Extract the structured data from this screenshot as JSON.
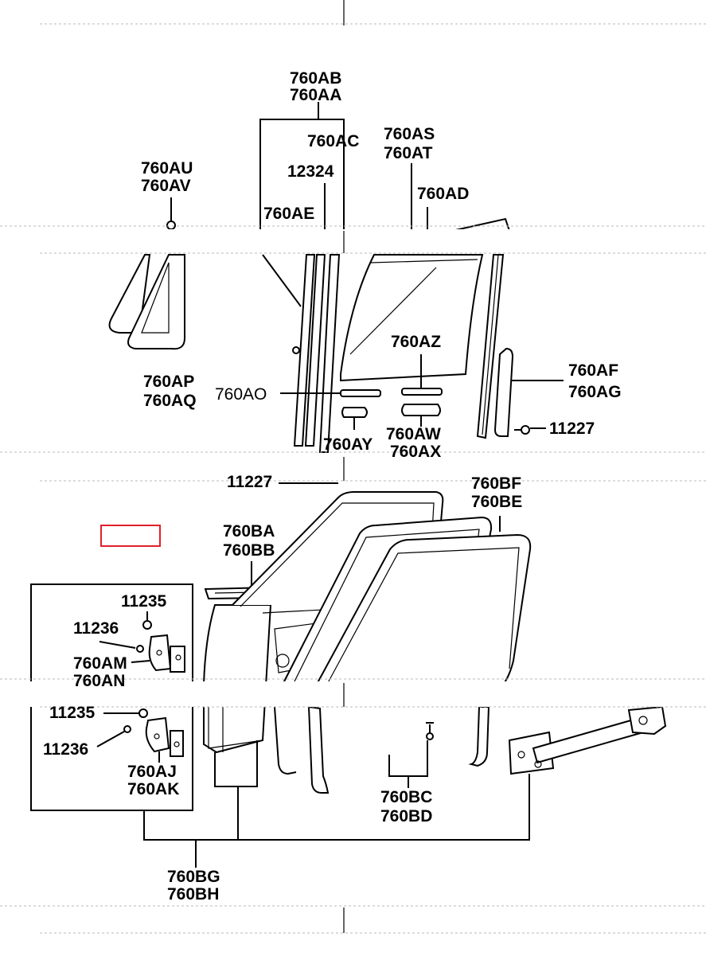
{
  "diagram": {
    "labels": {
      "l_760AB": "760AB",
      "l_760AA": "760AA",
      "l_760AC": "760AC",
      "l_760AS": "760AS",
      "l_760AT": "760AT",
      "l_760AU": "760AU",
      "l_760AV": "760AV",
      "l_12324": "12324",
      "l_760AD": "760AD",
      "l_760AE": "760AE",
      "l_760AZ": "760AZ",
      "l_760AF": "760AF",
      "l_760AG": "760AG",
      "l_760AP": "760AP",
      "l_760AQ": "760AQ",
      "l_760AO": "760AO",
      "l_760AY": "760AY",
      "l_760AW": "760AW",
      "l_760AX": "760AX",
      "l_11227a": "11227",
      "l_11227b": "11227",
      "l_760BF": "760BF",
      "l_760BE": "760BE",
      "l_760BA": "760BA",
      "l_760BB": "760BB",
      "l_11235a": "11235",
      "l_11236a": "11236",
      "l_760AM": "760AM",
      "l_760AN": "760AN",
      "l_11235b": "11235",
      "l_11236b": "11236",
      "l_760AJ": "760AJ",
      "l_760AK": "760AK",
      "l_760BC": "760BC",
      "l_760BD": "760BD",
      "l_760BG": "760BG",
      "l_760BH": "760BH"
    }
  }
}
